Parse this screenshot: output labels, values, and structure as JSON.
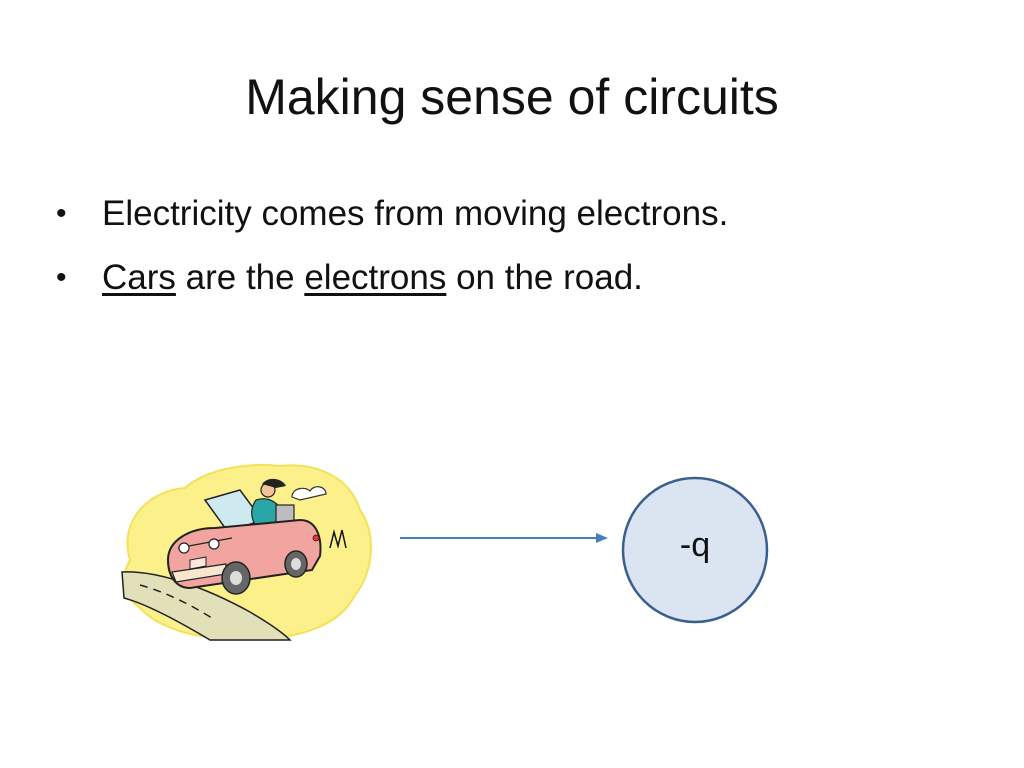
{
  "slide": {
    "title": "Making sense of circuits",
    "bullets": [
      {
        "marker": "•",
        "segments": [
          {
            "text": "Electricity comes from moving electrons.",
            "underline": false
          }
        ]
      },
      {
        "marker": "•",
        "segments": [
          {
            "text": "Cars",
            "underline": true
          },
          {
            "text": " are the ",
            "underline": false
          },
          {
            "text": "electrons",
            "underline": true
          },
          {
            "text": " on the road.",
            "underline": false
          }
        ]
      }
    ]
  },
  "diagram": {
    "charge_label": "-q",
    "arrow_color": "#4a7ebb",
    "circle_fill": "#dbe5f1",
    "circle_stroke": "#3a5f8f",
    "car_image_icon": "car-clipart-icon"
  }
}
